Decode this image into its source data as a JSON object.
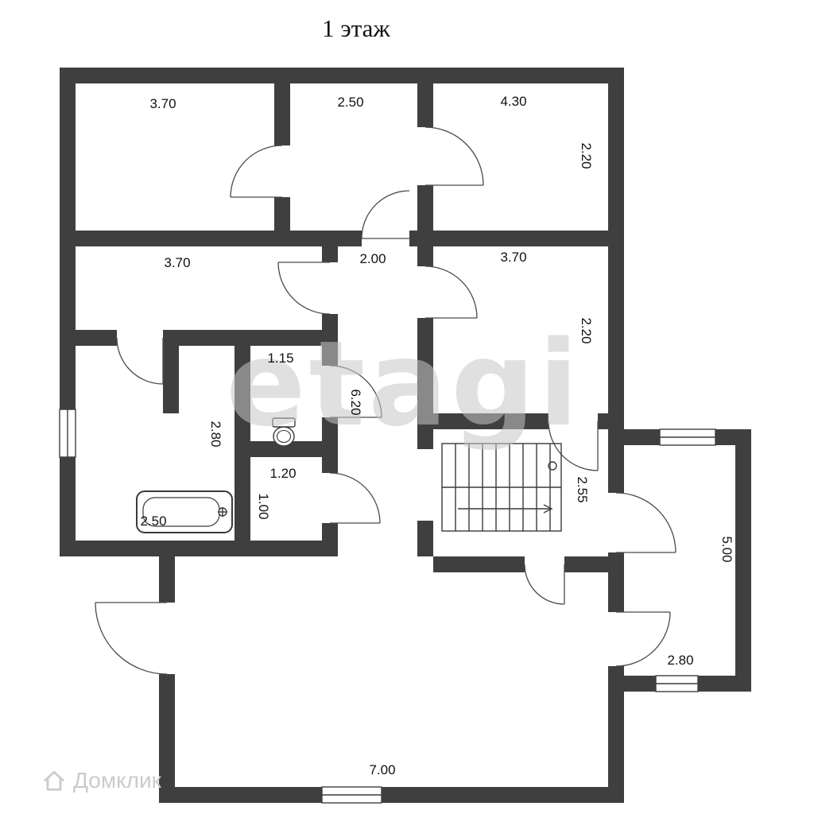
{
  "title": "1 этаж",
  "floor_plan": {
    "watermark_center": "etagi",
    "watermark_bottom_left": "Домклик",
    "colors": {
      "wall": "#3f3f3f",
      "line": "#4a4a4a",
      "watermark": "#cbcbcb"
    },
    "dimension_labels": [
      {
        "room": "top-left-room-width",
        "text": "3.70",
        "orientation": "horizontal"
      },
      {
        "room": "top-middle-room-width",
        "text": "2.50",
        "orientation": "horizontal"
      },
      {
        "room": "top-right-room-width",
        "text": "4.30",
        "orientation": "horizontal"
      },
      {
        "room": "top-right-room-depth",
        "text": "2.20",
        "orientation": "vertical"
      },
      {
        "room": "second-row-left-room-width",
        "text": "3.70",
        "orientation": "horizontal"
      },
      {
        "room": "corridor-width",
        "text": "2.00",
        "orientation": "horizontal"
      },
      {
        "room": "second-row-right-room-width",
        "text": "3.70",
        "orientation": "horizontal"
      },
      {
        "room": "second-row-right-room-depth",
        "text": "2.20",
        "orientation": "vertical"
      },
      {
        "room": "toilet-room-width",
        "text": "1.15",
        "orientation": "horizontal"
      },
      {
        "room": "hall-depth",
        "text": "2.80",
        "orientation": "vertical"
      },
      {
        "room": "corridor-length",
        "text": "6.20",
        "orientation": "vertical"
      },
      {
        "room": "small-room-width",
        "text": "1.20",
        "orientation": "horizontal"
      },
      {
        "room": "small-room-depth",
        "text": "1.00",
        "orientation": "vertical"
      },
      {
        "room": "bathroom-width",
        "text": "2.50",
        "orientation": "horizontal"
      },
      {
        "room": "stair-hall-depth",
        "text": "2.55",
        "orientation": "vertical"
      },
      {
        "room": "extension-depth",
        "text": "5.00",
        "orientation": "vertical"
      },
      {
        "room": "extension-width",
        "text": "2.80",
        "orientation": "horizontal"
      },
      {
        "room": "living-room-width",
        "text": "7.00",
        "orientation": "horizontal"
      }
    ]
  }
}
